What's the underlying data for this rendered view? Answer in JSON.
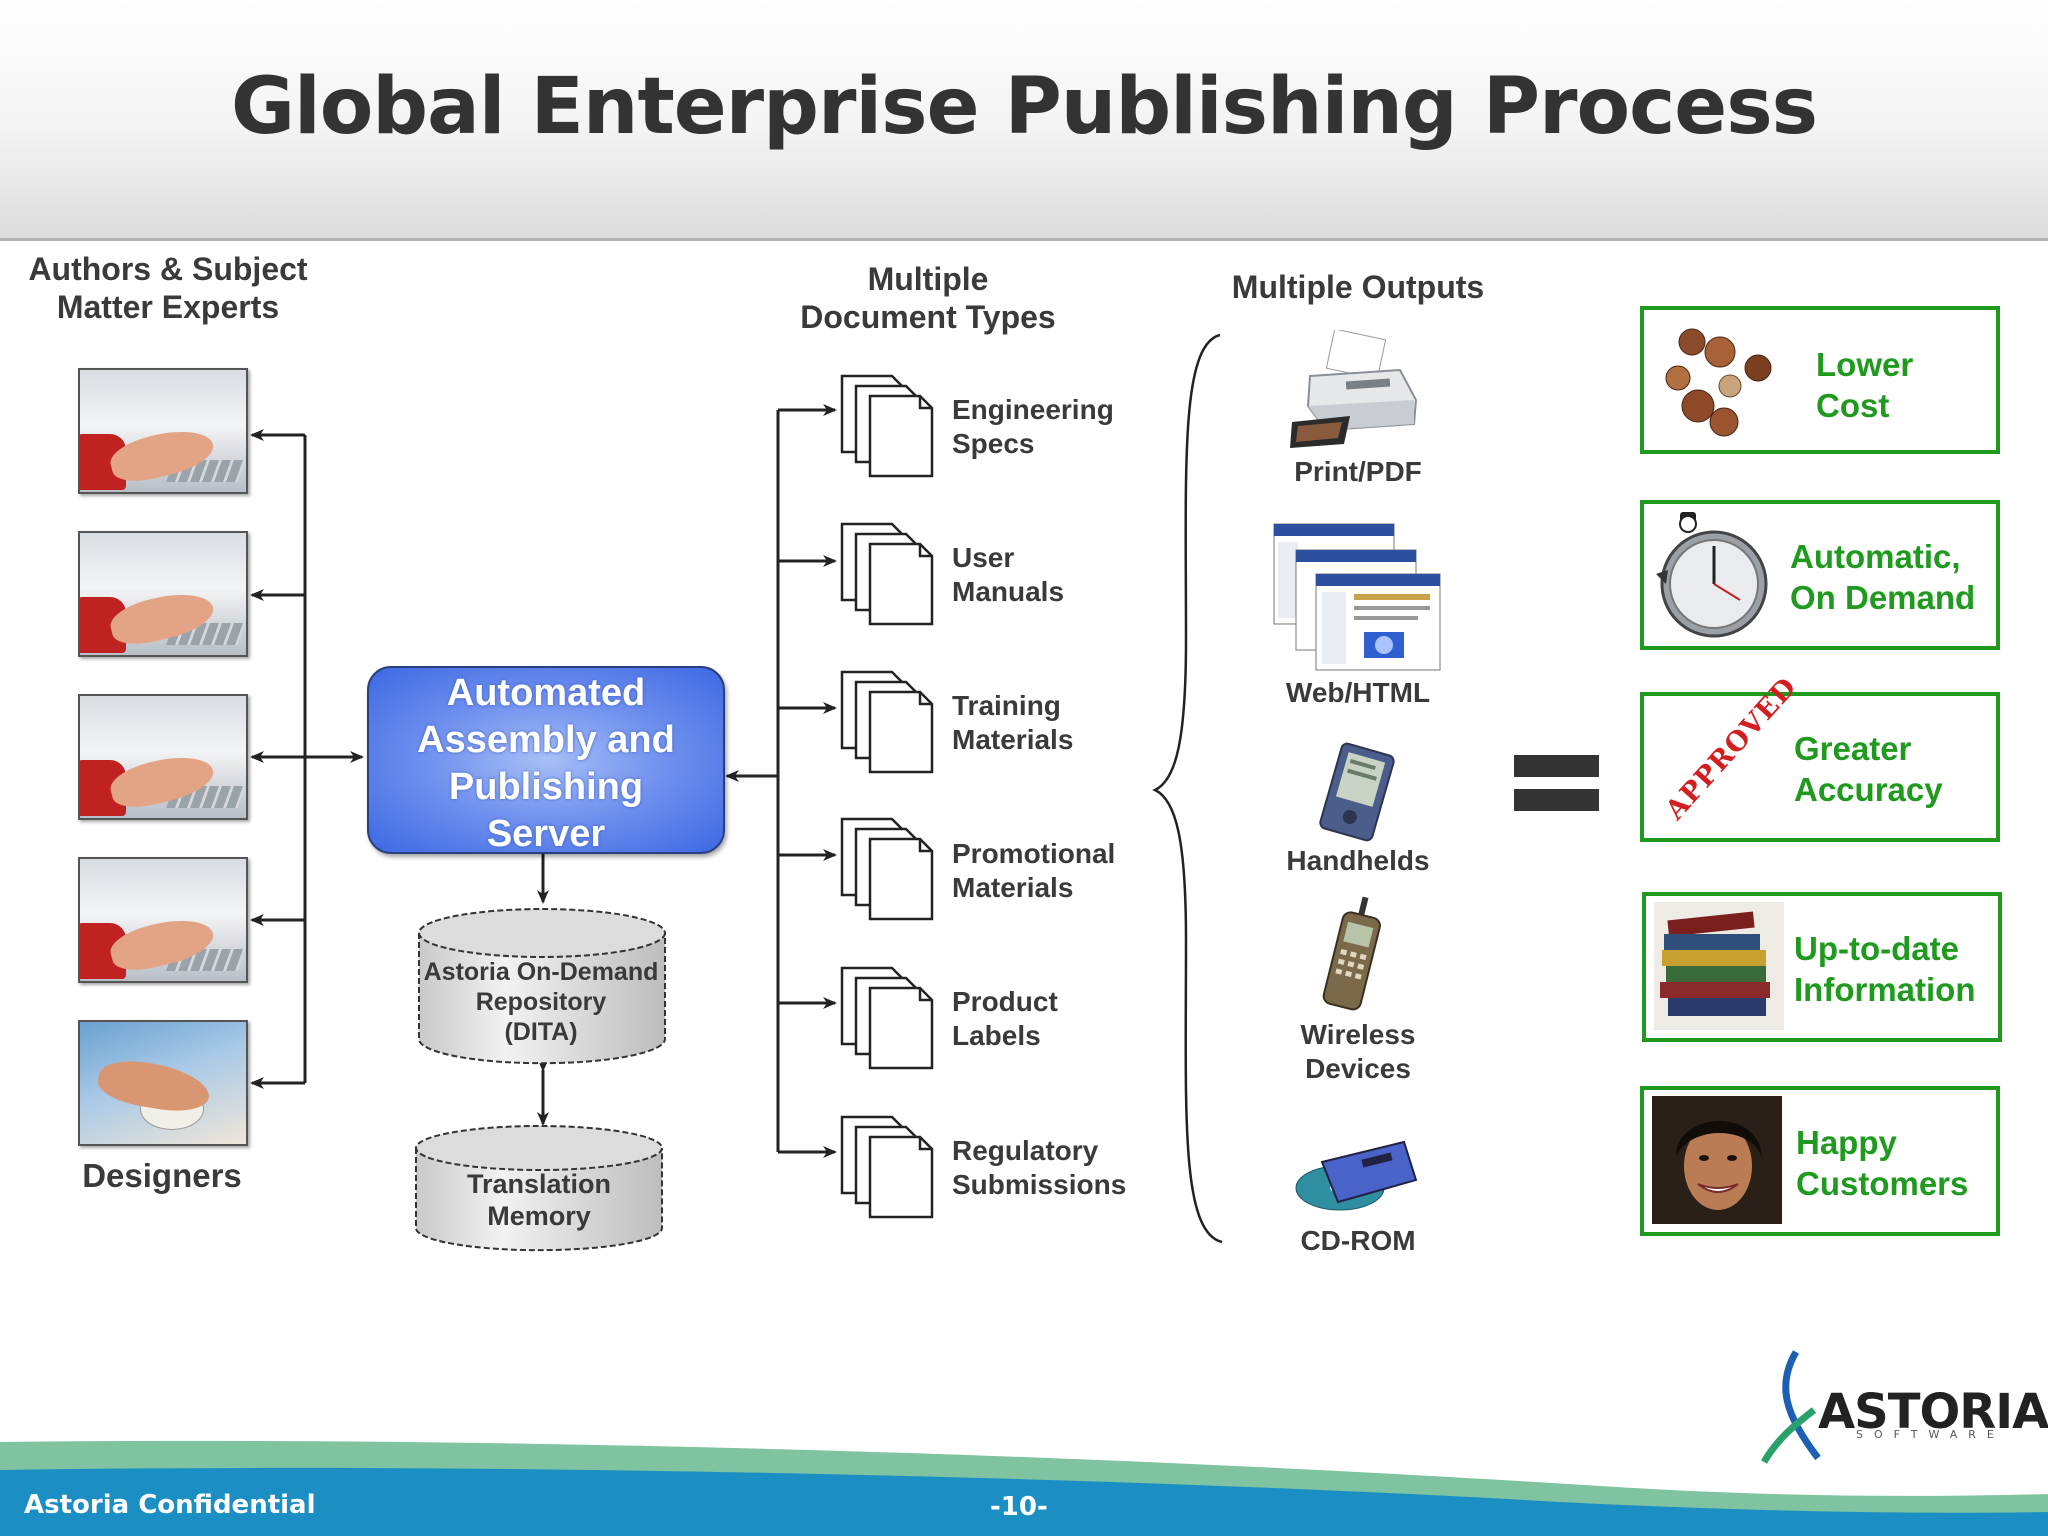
{
  "title": "Global Enterprise Publishing Process",
  "authors": {
    "heading_line1": "Authors & Subject",
    "heading_line2": "Matter Experts",
    "designers_label": "Designers"
  },
  "server": {
    "line1": "Automated",
    "line2": "Assembly and",
    "line3": "Publishing",
    "line4": "Server"
  },
  "repository": {
    "line1": "Astoria On-Demand",
    "line2": "Repository",
    "line3": "(DITA)"
  },
  "translation": {
    "line1": "Translation",
    "line2": "Memory"
  },
  "doc_types": {
    "heading_line1": "Multiple",
    "heading_line2": "Document Types",
    "items": [
      {
        "line1": "Engineering",
        "line2": "Specs"
      },
      {
        "line1": "User",
        "line2": "Manuals"
      },
      {
        "line1": "Training",
        "line2": "Materials"
      },
      {
        "line1": "Promotional",
        "line2": "Materials"
      },
      {
        "line1": "Product",
        "line2": "Labels"
      },
      {
        "line1": "Regulatory",
        "line2": "Submissions"
      }
    ]
  },
  "outputs": {
    "heading": "Multiple Outputs",
    "items": [
      {
        "label": "Print/PDF",
        "icon": "printer-icon"
      },
      {
        "label": "Web/HTML",
        "icon": "browser-windows-icon"
      },
      {
        "label": "Handhelds",
        "icon": "pda-icon"
      },
      {
        "label": "Wireless",
        "label2": "Devices",
        "icon": "cell-phone-icon"
      },
      {
        "label": "CD-ROM",
        "icon": "cd-rom-icon"
      }
    ]
  },
  "benefits": [
    {
      "line1": "Lower",
      "line2": "Cost",
      "icon": "coins-icon"
    },
    {
      "line1": "Automatic,",
      "line2": "On Demand",
      "icon": "stopwatch-icon"
    },
    {
      "line1": "Greater",
      "line2": "Accuracy",
      "icon": "approved-stamp-icon",
      "stamp_text": "APPROVED"
    },
    {
      "line1": "Up-to-date",
      "line2": "Information",
      "icon": "book-stack-icon"
    },
    {
      "line1": "Happy",
      "line2": "Customers",
      "icon": "smiling-customer-icon"
    }
  ],
  "footer": {
    "confidential": "Astoria Confidential",
    "page_number": "-10-"
  },
  "logo": {
    "name": "ASTORIA",
    "sub": "SOFTWARE"
  },
  "colors": {
    "benefit_green": "#1f9a1f",
    "server_blue": "#5b7fe8",
    "footer_blue": "#1b8fc4"
  }
}
